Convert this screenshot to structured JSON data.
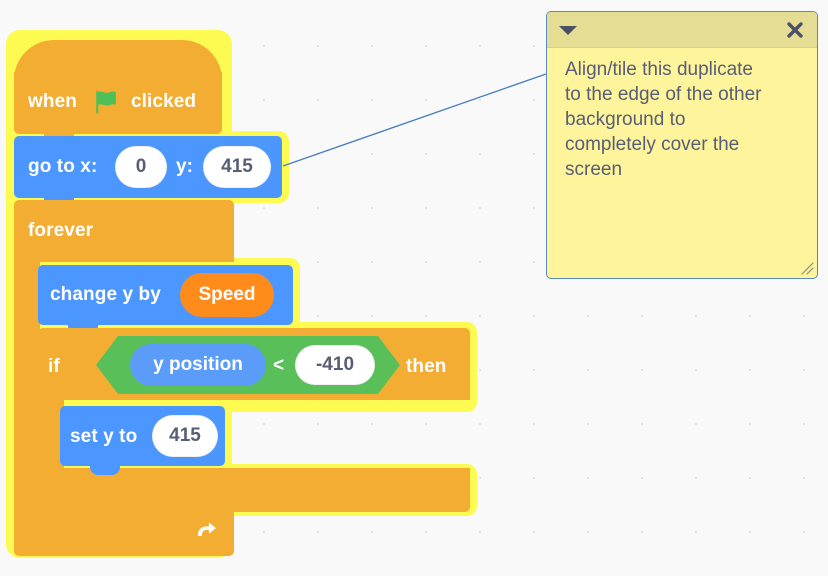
{
  "editor": {
    "name": "scratch-block-editor",
    "background_color": "#f9f9f9",
    "grid_dot_color": "#e3e0e8"
  },
  "colors": {
    "events_orange": "#f2ad32",
    "control_orange": "#f2ad32",
    "motion_blue": "#4c97ff",
    "operator_green": "#59c059",
    "variable_orange": "#ff8c1a",
    "highlight_glow": "#fdfa51",
    "comment_body": "#fef49c",
    "comment_bar": "#e5dd94",
    "comment_border": "#5a88c5",
    "input_text": "#575e75",
    "connector_line": "#4a7fc1"
  },
  "script": {
    "name": "background-scroll-script",
    "selected": true,
    "blocks": [
      {
        "id": "when-flag-clicked",
        "category": "events",
        "type": "hat",
        "label_before": "when",
        "icon": "green-flag-icon",
        "label_after": "clicked"
      },
      {
        "id": "go-to-xy",
        "category": "motion",
        "type": "stack",
        "label_x": "go to x:",
        "value_x": "0",
        "label_y": "y:",
        "value_y": "415"
      },
      {
        "id": "forever",
        "category": "control",
        "type": "c-block",
        "label": "forever",
        "loop_icon": "loop-arrow-icon"
      },
      {
        "id": "change-y-by",
        "category": "motion",
        "type": "stack",
        "label": "change y by",
        "variable": "Speed"
      },
      {
        "id": "if-then",
        "category": "control",
        "type": "c-block",
        "label_if": "if",
        "label_then": "then"
      },
      {
        "id": "less-than",
        "category": "operator",
        "type": "boolean",
        "operator": "<",
        "left_reporter": "y position",
        "right_value": "-410"
      },
      {
        "id": "set-y-to",
        "category": "motion",
        "type": "stack",
        "label": "set y to",
        "value": "415"
      }
    ]
  },
  "comment": {
    "name": "workspace-comment",
    "text": "Align/tile this duplicate to the edge of the other background to completely cover the screen",
    "lines": [
      "Align/tile this duplicate",
      "to the edge of the other",
      "background to",
      "completely cover the",
      "screen"
    ],
    "collapse_icon": "chevron-down-icon",
    "close_icon": "close-icon",
    "resize_icon": "resize-handle-icon",
    "attached_to_block": "go-to-xy"
  }
}
